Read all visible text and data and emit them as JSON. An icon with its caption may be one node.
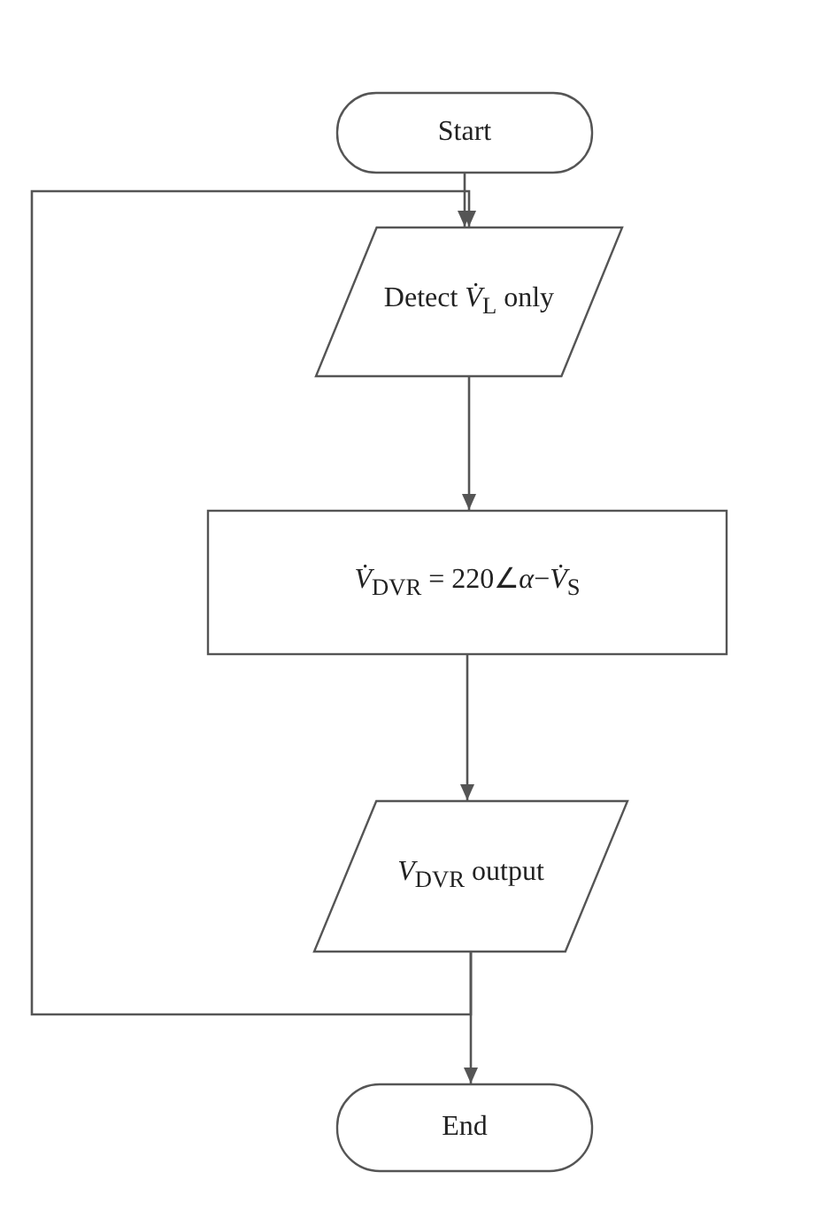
{
  "diagram": {
    "nodes": [
      {
        "text": [
          "Start"
        ]
      },
      {
        "text": [
          "Detect *V̇*$_{L}$ only"
        ]
      },
      {
        "text": [
          "*V̇*$_{DVR}$ = 220∠*α*−*V̇*$_{S}$"
        ]
      },
      {
        "text": [
          "*V*$_{DVR}$ output"
        ]
      },
      {
        "text": [
          "End"
        ]
      }
    ],
    "edges": [
      {
        "from": 0,
        "to": 1,
        "arrow": "to"
      },
      {
        "from": 1,
        "to": 2,
        "arrow": "to"
      },
      {
        "from": 2,
        "to": 3,
        "arrow": "to"
      },
      {
        "from": 3,
        "to": 4,
        "arrow": "to"
      },
      {
        "from": 3,
        "to": 1,
        "arrow": "to"
      }
    ]
  }
}
